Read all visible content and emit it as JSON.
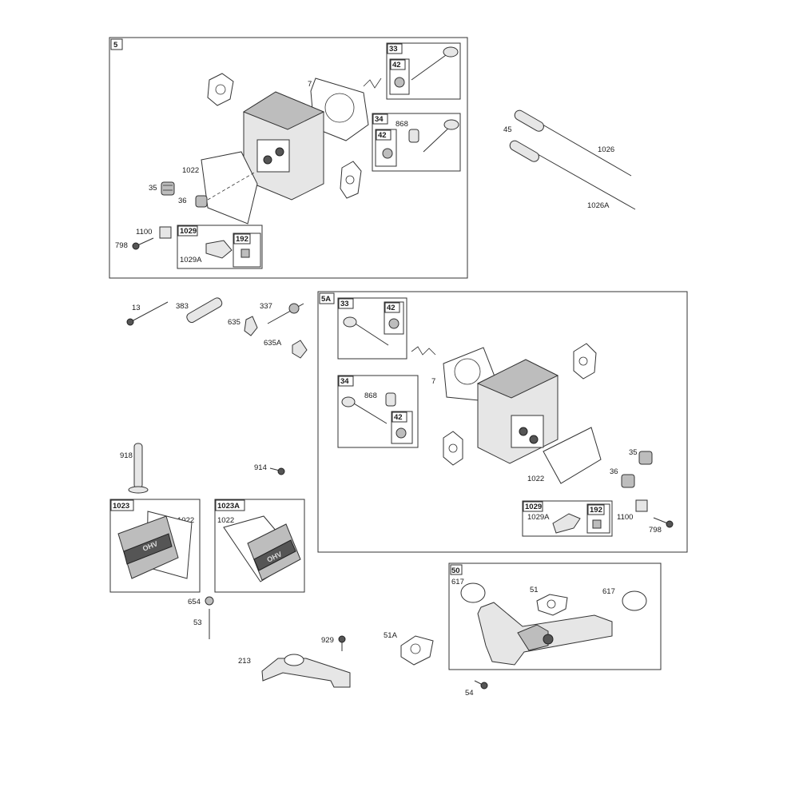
{
  "groups": {
    "g5": "5",
    "g5a": "5A",
    "g50": "50",
    "g1023": "1023",
    "g1023a": "1023A"
  },
  "labels": {
    "p7": "7",
    "p33": "33",
    "p42": "42",
    "p34": "34",
    "p868": "868",
    "p1022": "1022",
    "p35": "35",
    "p36": "36",
    "p1100": "1100",
    "p798": "798",
    "p1029": "1029",
    "p1029a": "1029A",
    "p192": "192",
    "p45": "45",
    "p1026": "1026",
    "p1026a": "1026A",
    "p13": "13",
    "p383": "383",
    "p337": "337",
    "p635": "635",
    "p635a": "635A",
    "p918": "918",
    "p914": "914",
    "p654": "654",
    "p53": "53",
    "p213": "213",
    "p929": "929",
    "p51a": "51A",
    "p51": "51",
    "p617": "617",
    "p54": "54"
  },
  "cover_text": "OHV"
}
